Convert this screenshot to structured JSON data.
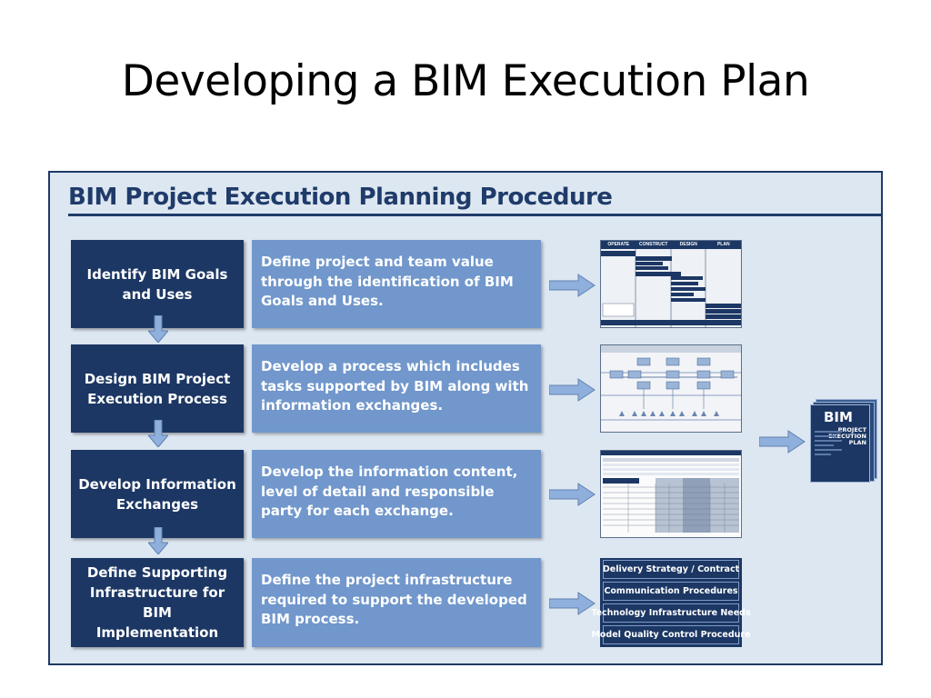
{
  "slide": {
    "title": "Developing a BIM Execution Plan"
  },
  "panel": {
    "title": "BIM Project Execution Planning Procedure"
  },
  "steps": [
    {
      "label": "Identify BIM Goals\nand Uses",
      "description": "Define project and team value\nthrough the identification of BIM\nGoals and Uses."
    },
    {
      "label": "Design BIM Project\nExecution Process",
      "description": "Develop a process which includes\ntasks supported by BIM along with\ninformation exchanges."
    },
    {
      "label": "Develop Information\nExchanges",
      "description": "Develop the information content,\nlevel of detail and responsible\nparty for each exchange."
    },
    {
      "label": "Define Supporting\nInfrastructure for BIM\nImplementation",
      "description": "Define the project infrastructure\nrequired to support the developed\nBIM process."
    }
  ],
  "thumbnails": {
    "goals_headers": [
      "OPERATE",
      "CONSTRUCT",
      "DESIGN",
      "PLAN"
    ]
  },
  "infrastructure_items": [
    "Delivery Strategy / Contract",
    "Communication Procedures",
    "Technology Infrastructure Needs",
    "Model Quality Control Procedure"
  ],
  "result_book": {
    "line1": "BIM",
    "line2": "PROJECT",
    "line3": "EXECUTION",
    "line4": "PLAN"
  },
  "colors": {
    "panel_bg": "#dde7f1",
    "step_dark": "#1c3764",
    "desc_light": "#7197cc",
    "arrow": "#8fb0dc"
  }
}
